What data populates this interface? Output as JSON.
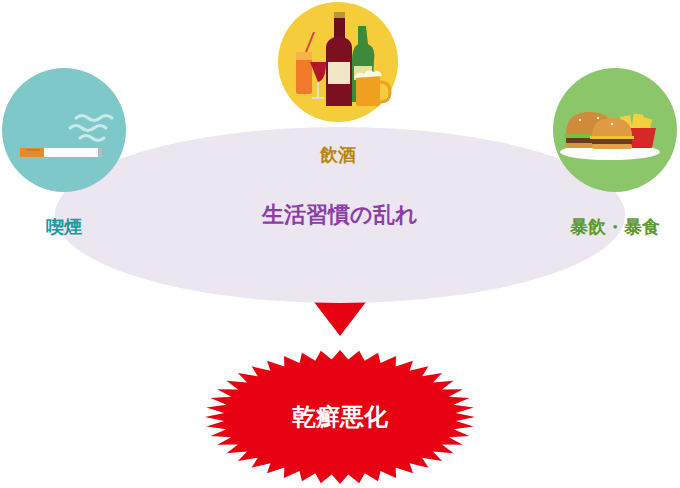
{
  "diagram": {
    "nodes": [
      {
        "text": [
          "生活習慣の乱れ"
        ]
      },
      {
        "text": [
          "喫煙"
        ]
      },
      {
        "text": [
          "飲酒"
        ]
      },
      {
        "text": [
          "暴飲・暴食"
        ]
      },
      {
        "text": [
          "乾癬悪化"
        ]
      }
    ],
    "edges": [
      {
        "from": 0,
        "to": 4,
        "arrow": "to"
      }
    ]
  }
}
